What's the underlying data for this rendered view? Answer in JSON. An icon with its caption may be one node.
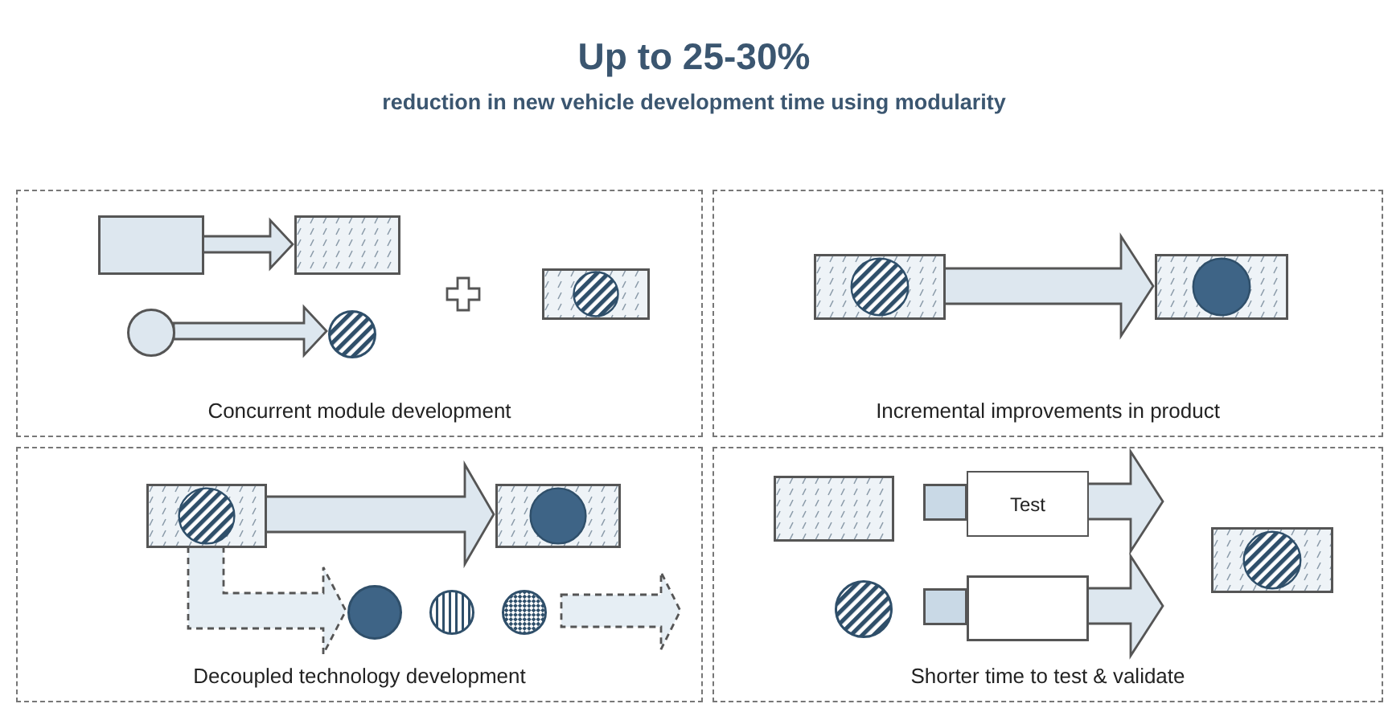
{
  "diagram": {
    "title": "Up to 25-30%",
    "nodes": [
      {
        "text": [
          "Concurrent module development"
        ]
      },
      {
        "text": [],
        "shape": "box",
        "in": 0
      },
      {
        "text": [],
        "shape": "box",
        "in": 0
      },
      {
        "text": [],
        "shape": "circle",
        "in": 0
      },
      {
        "text": [],
        "shape": "circle",
        "in": 0
      },
      {
        "text": [],
        "shape": "box",
        "in": 0
      },
      {
        "text": [
          "Incremental improvements in product"
        ]
      },
      {
        "text": [],
        "shape": "box",
        "in": 6
      },
      {
        "text": [],
        "shape": "box",
        "in": 6
      },
      {
        "text": [
          "Decoupled technology development"
        ]
      },
      {
        "text": [],
        "shape": "box",
        "in": 9
      },
      {
        "text": [],
        "shape": "box",
        "in": 9
      },
      {
        "text": [],
        "shape": "circle",
        "in": 9
      },
      {
        "text": [],
        "shape": "circle",
        "in": 9
      },
      {
        "text": [],
        "shape": "circle",
        "in": 9
      },
      {
        "text": [
          "Shorter time to test & validate"
        ]
      },
      {
        "text": [],
        "shape": "box",
        "in": 15
      },
      {
        "text": [],
        "shape": "circle",
        "in": 15
      },
      {
        "text": [
          "Test"
        ],
        "in": 15
      },
      {
        "text": [],
        "shape": "box",
        "in": 15
      },
      {
        "text": [],
        "shape": "box",
        "in": 15
      }
    ],
    "edges": [
      {
        "from": 1,
        "to": 2,
        "arrow": "to"
      },
      {
        "from": 3,
        "to": 4,
        "arrow": "to"
      },
      {
        "from": 7,
        "to": 8,
        "arrow": "to"
      },
      {
        "from": 10,
        "to": 11,
        "arrow": "to"
      },
      {
        "from": 10,
        "to": 12,
        "arrow": "to",
        "style": "dashed"
      },
      {
        "from": 14,
        "to": null,
        "arrow": "to",
        "style": "dashed"
      },
      {
        "from": 18,
        "to": null,
        "arrow": "to"
      },
      {
        "from": 19,
        "to": null,
        "arrow": "to"
      }
    ],
    "labels": [
      "reduction in new vehicle development time using modularity"
    ]
  }
}
